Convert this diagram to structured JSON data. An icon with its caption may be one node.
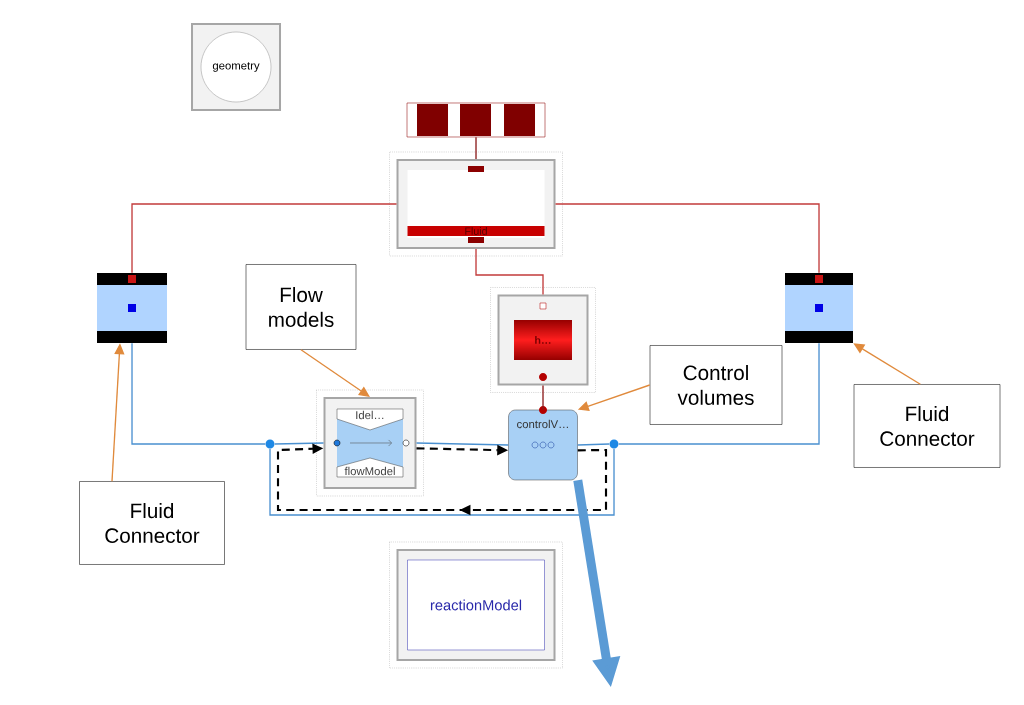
{
  "diagram": {
    "nodes": [
      {
        "text": [
          "geometry"
        ]
      },
      {
        "text": [],
        "shape": "bar"
      },
      {
        "text": [
          "Fluid"
        ]
      },
      {
        "text": [],
        "shape": "box"
      },
      {
        "text": [],
        "shape": "box"
      },
      {
        "text": [
          "h…"
        ]
      },
      {
        "text": [
          "Idel…",
          "flowModel"
        ]
      },
      {
        "text": [
          "controlV…"
        ]
      },
      {
        "text": [
          "reactionModel"
        ]
      },
      {
        "text": [
          "Flow models"
        ]
      },
      {
        "text": [
          "Control volumes"
        ]
      },
      {
        "text": [
          "Fluid Connector"
        ]
      },
      {
        "text": [
          "Fluid Connector"
        ]
      },
      {
        "text": [],
        "shape": "circle"
      },
      {
        "text": [],
        "shape": "circle"
      }
    ],
    "edges": [
      {
        "from": 1,
        "to": 2,
        "arrow": "none",
        "color": "#8b1a1a"
      },
      {
        "from": 2,
        "to": 5,
        "arrow": "none",
        "color": "#c23b3b"
      },
      {
        "from": 2,
        "to": 3,
        "arrow": "none",
        "color": "#c23b3b"
      },
      {
        "from": 2,
        "to": 4,
        "arrow": "none",
        "color": "#c23b3b"
      },
      {
        "from": 5,
        "to": 7,
        "arrow": "none",
        "color": "#8b1a1a"
      },
      {
        "from": 3,
        "to": 13,
        "arrow": "none",
        "color": "#4a90d0"
      },
      {
        "from": 13,
        "to": 6,
        "arrow": "none",
        "color": "#4a90d0"
      },
      {
        "from": 6,
        "to": 7,
        "arrow": "none",
        "color": "#4a90d0"
      },
      {
        "from": 7,
        "to": 14,
        "arrow": "none",
        "color": "#4a90d0"
      },
      {
        "from": 14,
        "to": 4,
        "arrow": "none",
        "color": "#4a90d0"
      },
      {
        "from": 13,
        "to": 14,
        "arrow": "none",
        "color": "#4a90d0"
      },
      {
        "from": 6,
        "to": 7,
        "arrow": "to",
        "style": "dashed",
        "color": "#000000"
      },
      {
        "from": 7,
        "to": 6,
        "arrow": "to",
        "style": "dashed",
        "color": "#000000"
      },
      {
        "from": 9,
        "to": 6,
        "arrow": "to",
        "color": "#e08a3c"
      },
      {
        "from": 10,
        "to": 7,
        "arrow": "to",
        "color": "#e08a3c"
      },
      {
        "from": 11,
        "to": 3,
        "arrow": "to",
        "color": "#e08a3c"
      },
      {
        "from": 12,
        "to": 4,
        "arrow": "to",
        "color": "#e08a3c"
      },
      {
        "from": 7,
        "to": null,
        "arrow": "to",
        "style": "thick",
        "color": "#5b9bd5"
      }
    ]
  }
}
